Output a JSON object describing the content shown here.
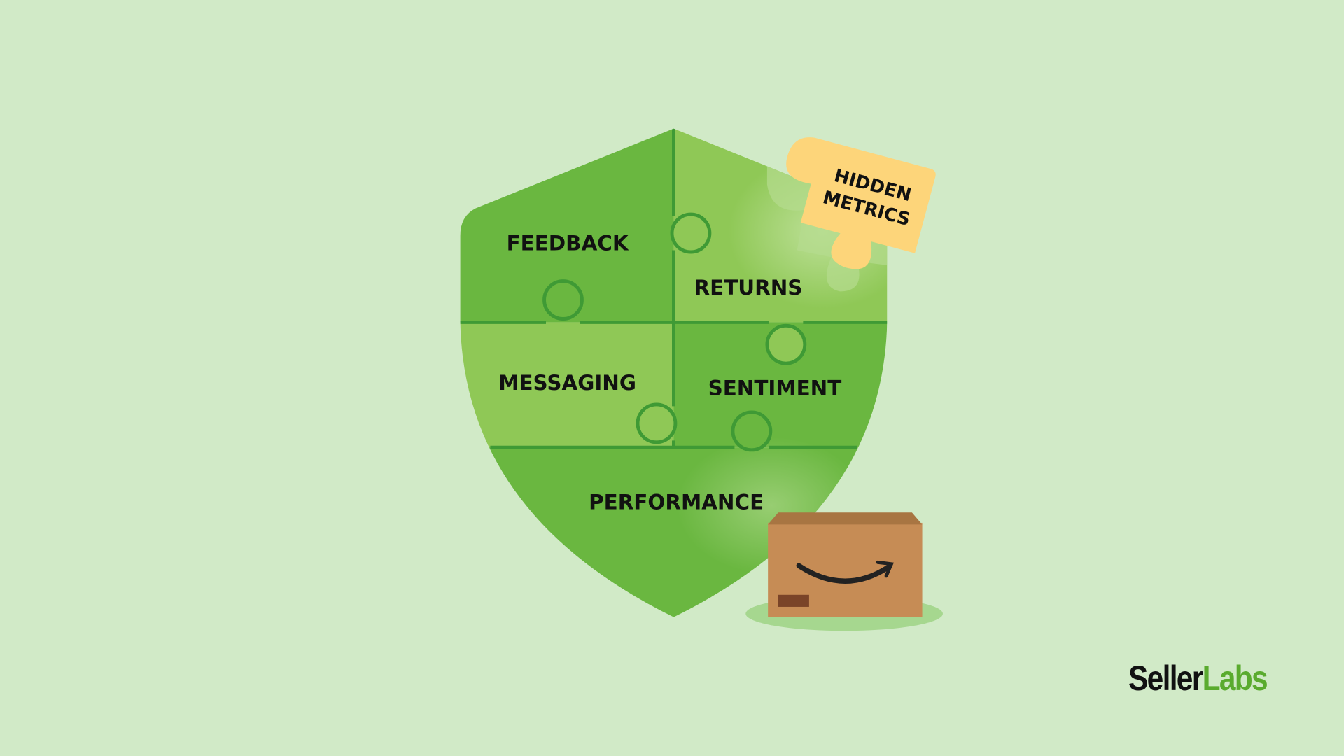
{
  "pieces": {
    "feedback": "FEEDBACK",
    "returns": "RETURNS",
    "messaging": "MESSAGING",
    "sentiment": "SENTIMENT",
    "performance": "PERFORMANCE"
  },
  "hidden_piece": {
    "line1": "HIDDEN",
    "line2": "METRICS"
  },
  "logo": {
    "part1": "Seller",
    "part2": "Labs"
  },
  "colors": {
    "background": "#d1eac7",
    "dark_green": "#6ab740",
    "light_green": "#8fc856",
    "seam": "#3f9a35",
    "yellow": "#fdd57a",
    "box": "#c68c55",
    "brand_green": "#5aab2e"
  }
}
